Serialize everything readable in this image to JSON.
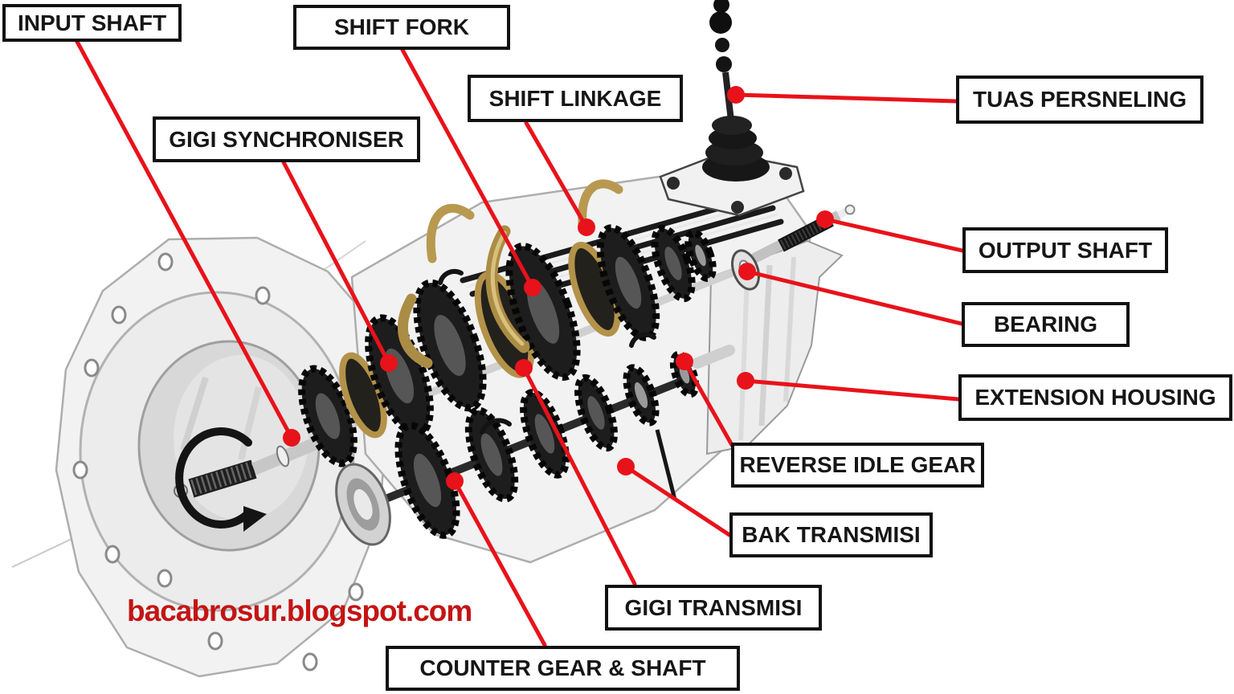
{
  "labels": [
    {
      "id": "input-shaft",
      "text": "INPUT SHAFT"
    },
    {
      "id": "shift-fork",
      "text": "SHIFT FORK"
    },
    {
      "id": "shift-linkage",
      "text": "SHIFT LINKAGE"
    },
    {
      "id": "gigi-synchroniser",
      "text": "GIGI SYNCHRONISER"
    },
    {
      "id": "tuas-persneling",
      "text": "TUAS PERSNELING"
    },
    {
      "id": "output-shaft",
      "text": "OUTPUT SHAFT"
    },
    {
      "id": "bearing",
      "text": "BEARING"
    },
    {
      "id": "extension-housing",
      "text": "EXTENSION HOUSING"
    },
    {
      "id": "reverse-idle-gear",
      "text": "REVERSE IDLE GEAR"
    },
    {
      "id": "bak-transmisi",
      "text": "BAK TRANSMISI"
    },
    {
      "id": "gigi-transmisi",
      "text": "GIGI TRANSMISI"
    },
    {
      "id": "counter-gear-shaft",
      "text": "COUNTER GEAR & SHAFT"
    }
  ],
  "watermark": {
    "text": "bacabrosur.blogspot.com"
  },
  "colors": {
    "connector_red": "#e8121a",
    "watermark_red": "#c41414",
    "box_border": "#111111",
    "box_bg": "#ffffff",
    "text": "#161616",
    "brass": "#b39249"
  }
}
